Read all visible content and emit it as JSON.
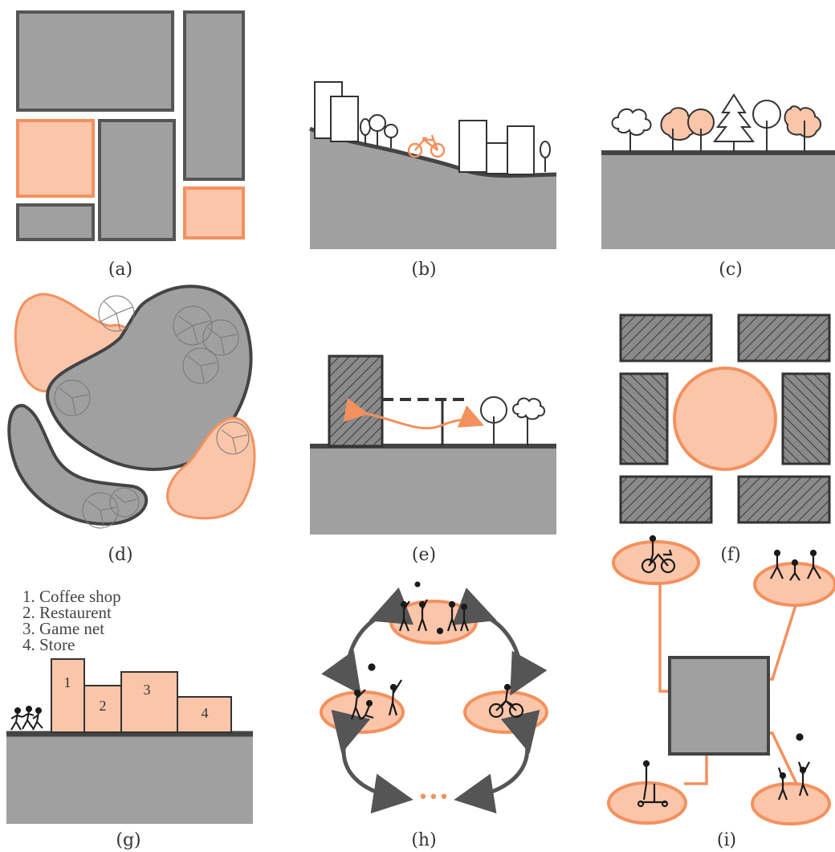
{
  "colors": {
    "gray": "#a0a0a0",
    "outline": "#555555",
    "peach": "#fbc5aa",
    "orange": "#f3915e",
    "dark": "#1a1a1a"
  },
  "panels": [
    {
      "id": "a",
      "caption": "(a)"
    },
    {
      "id": "b",
      "caption": "(b)"
    },
    {
      "id": "c",
      "caption": "(c)"
    },
    {
      "id": "d",
      "caption": "(d)"
    },
    {
      "id": "e",
      "caption": "(e)"
    },
    {
      "id": "f",
      "caption": "(f)"
    },
    {
      "id": "g",
      "caption": "(g)"
    },
    {
      "id": "h",
      "caption": "(h)"
    },
    {
      "id": "i",
      "caption": "(i)"
    }
  ],
  "panel_g": {
    "legend": [
      "1. Coffee shop",
      "2. Restaurent",
      "3. Game net",
      "4. Store"
    ],
    "buildings": [
      "1",
      "2",
      "3",
      "4"
    ]
  },
  "panel_h": {
    "ellipsis": "•••"
  }
}
